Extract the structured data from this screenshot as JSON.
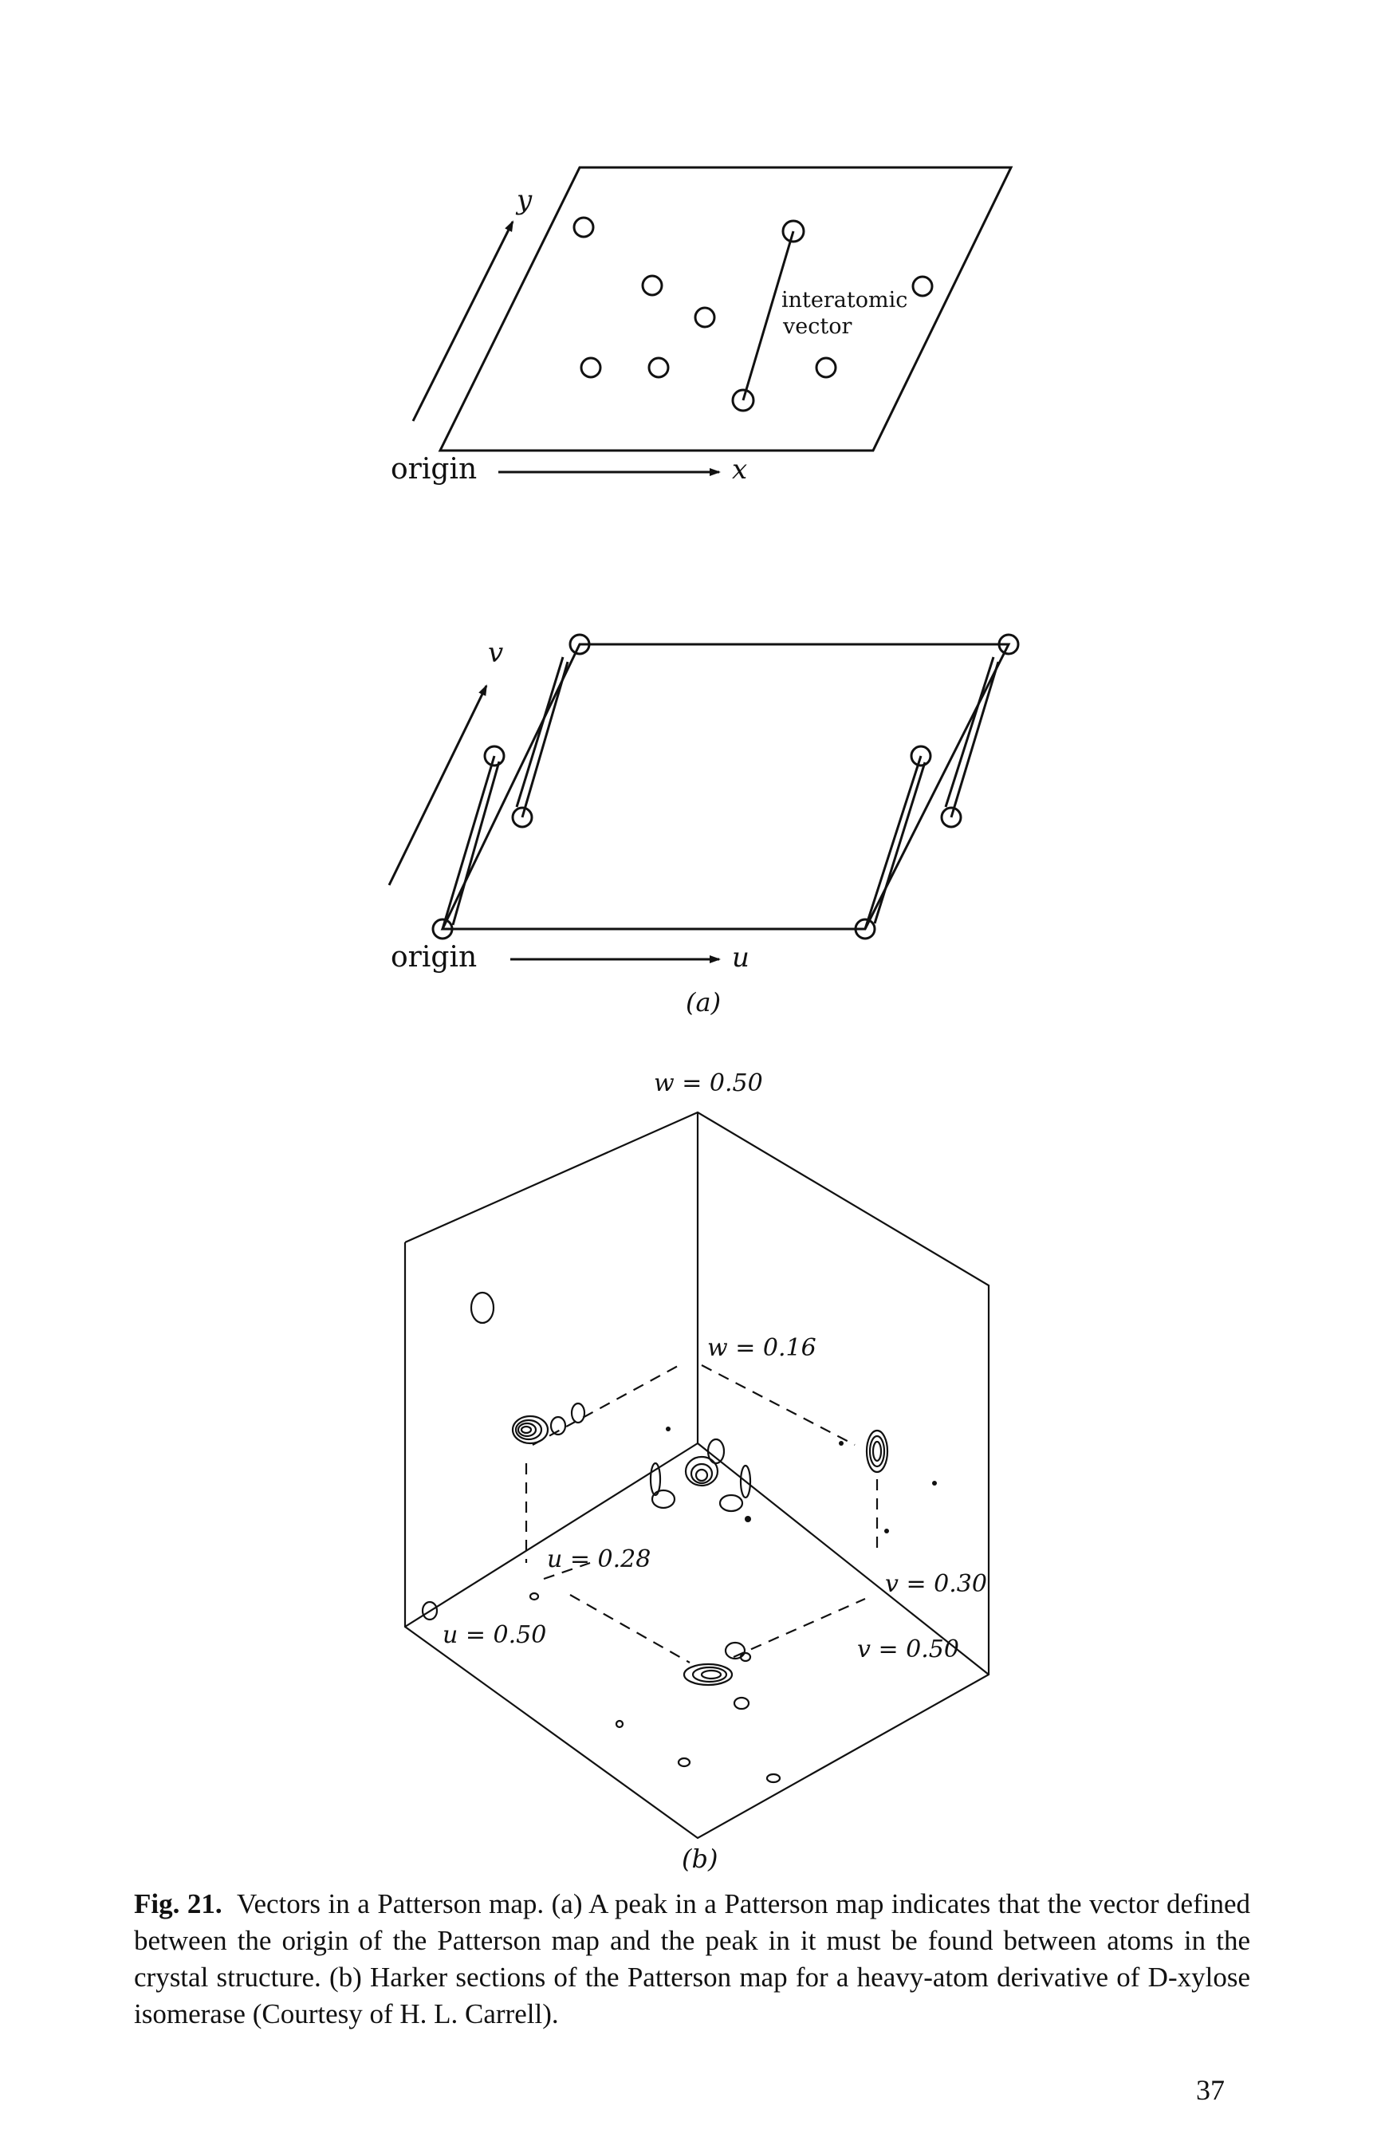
{
  "panel_a_top": {
    "axis_y": "y",
    "axis_x": "x",
    "origin": "origin",
    "vector_label_line1": "interatomic",
    "vector_label_line2": "vector"
  },
  "panel_a_bottom": {
    "axis_v": "v",
    "axis_u": "u",
    "origin": "origin"
  },
  "panel_a_caption": "(a)",
  "panel_b": {
    "top_label": "w = 0.50",
    "w_inner": "w = 0.16",
    "u_inner": "u = 0.28",
    "u_outer": "u = 0.50",
    "v_inner": "v = 0.30",
    "v_outer": "v = 0.50"
  },
  "panel_b_caption": "(b)",
  "caption": {
    "fig_label": "Fig. 21.",
    "text": "Vectors in a Patterson map. (a) A peak in a Patterson map indicates that the vector defined between the origin of the Patterson map and the peak in it must be found between atoms in the crystal structure. (b) Harker sections of the Patterson map for a heavy-atom derivative of D-xylose isomerase (Courtesy of H. L. Carrell)."
  },
  "page_number": "37"
}
